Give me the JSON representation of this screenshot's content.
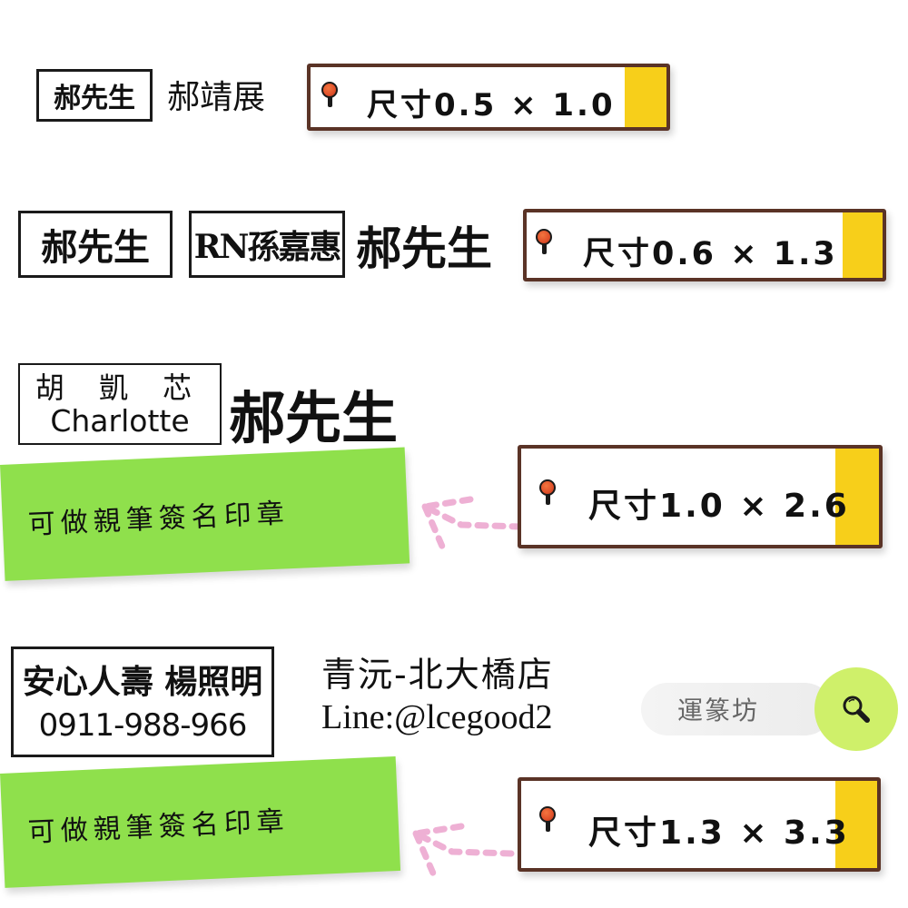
{
  "rows": [
    {
      "samples": [
        {
          "type": "boxed",
          "text": "郝先生"
        },
        {
          "type": "plain",
          "text": "郝靖展"
        }
      ],
      "size_label": {
        "prefix": "尺寸",
        "value_main": "0.5 × 1.",
        "value_last": "0"
      }
    },
    {
      "samples": [
        {
          "type": "boxed",
          "text": "郝先生"
        },
        {
          "type": "boxed",
          "text": "RN孫嘉惠"
        },
        {
          "type": "plain",
          "text": "郝先生"
        }
      ],
      "size_label": {
        "prefix": "尺寸",
        "value_main": "0.6 × 1.",
        "value_last": "3"
      }
    },
    {
      "samples": [
        {
          "type": "boxed-two-line",
          "line1": "胡 凱 芯",
          "line2": "Charlotte"
        },
        {
          "type": "plain",
          "text": "郝先生"
        }
      ],
      "note": "可做親筆簽名印章",
      "size_label": {
        "prefix": "尺寸",
        "value_main": "1.0 × 2.",
        "value_last": "6"
      }
    },
    {
      "samples": [
        {
          "type": "boxed-two-line",
          "line1": "安心人壽 楊照明",
          "line2": "0911-988-966"
        },
        {
          "type": "plain-two-line",
          "line1": "青沅-北大橋店",
          "line2": "Line:@lcegood2"
        }
      ],
      "note": "可做親筆簽名印章",
      "size_label": {
        "prefix": "尺寸",
        "value_main": "1.3 × 3.",
        "value_last": "3"
      }
    }
  ],
  "search": {
    "text": "運篆坊",
    "icon": "search-icon"
  },
  "colors": {
    "card_border": "#5a3326",
    "card_highlight": "#f7cf1a",
    "pin_red": "#e0502a",
    "note_green": "#8fe04c",
    "arrow_pink": "#eeb0d4",
    "search_button": "#cff06a"
  }
}
